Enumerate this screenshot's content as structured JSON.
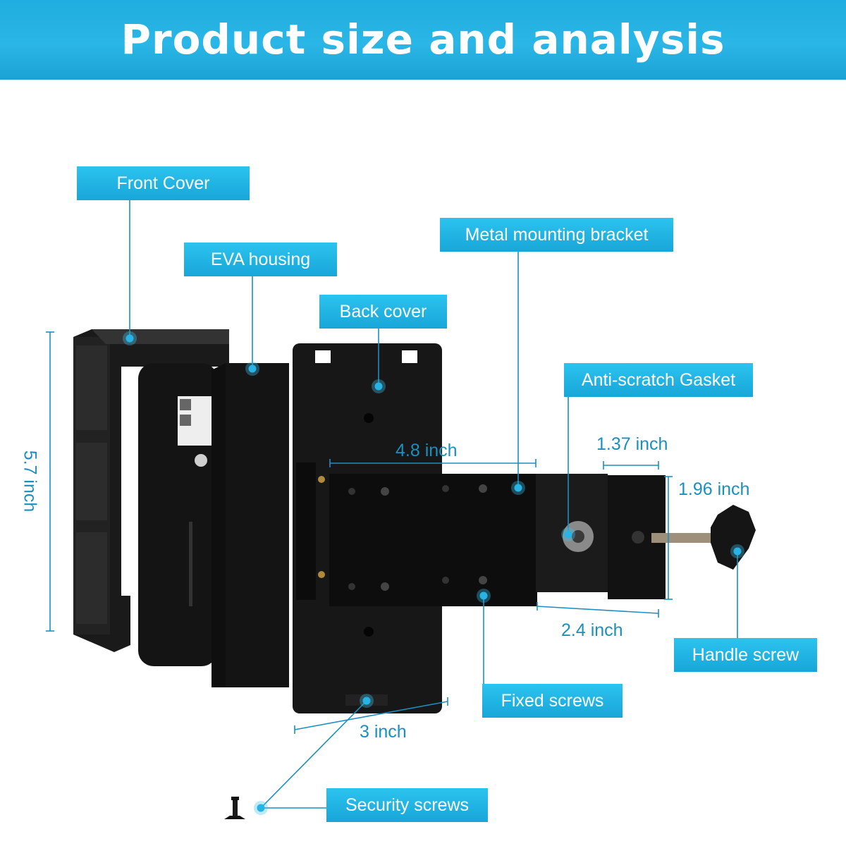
{
  "title": "Product size and analysis",
  "colors": {
    "accent": "#1faedf",
    "line": "#1b8fbf",
    "product": "#111111"
  },
  "callouts": {
    "front_cover": "Front Cover",
    "eva_housing": "EVA housing",
    "back_cover": "Back cover",
    "metal_bracket": "Metal mounting bracket",
    "anti_scratch": "Anti-scratch Gasket",
    "handle_screw": "Handle screw",
    "fixed_screws": "Fixed screws",
    "security_screws": "Security screws"
  },
  "dimensions": {
    "height": "5.7 inch",
    "bracket_length": "4.8 inch",
    "clamp_width": "1.37 inch",
    "clamp_height": "1.96 inch",
    "clamp_depth": "2.4 inch",
    "back_width": "3 inch"
  },
  "icons": [
    "dot-marker-icon",
    "screw-icon",
    "knob-icon"
  ]
}
